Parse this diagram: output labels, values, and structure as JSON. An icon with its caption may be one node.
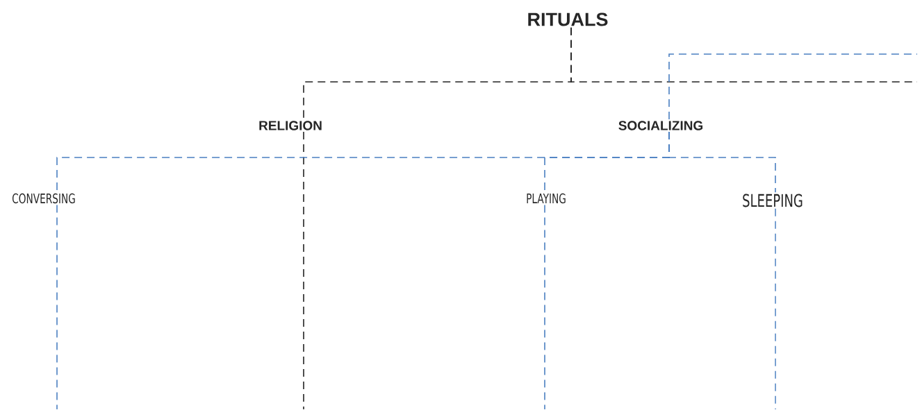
{
  "diagram": {
    "nodes": [
      {
        "text": [
          "RITUALS"
        ]
      },
      {
        "text": [
          "RELIGION"
        ]
      },
      {
        "text": [
          "SOCIALIZING"
        ]
      },
      {
        "text": [
          "CONVERSING"
        ]
      },
      {
        "text": [
          "PLAYING"
        ]
      },
      {
        "text": [
          "SLEEPING"
        ]
      }
    ],
    "edges": [
      {
        "from": 0,
        "to": 1,
        "arrow": "none",
        "style": "dashed",
        "color": "#222222"
      },
      {
        "from": 0,
        "to": null,
        "arrow": "none",
        "style": "dashed",
        "color": "#222222"
      },
      {
        "from": 1,
        "to": null,
        "arrow": "none",
        "style": "dashed",
        "color": "#222222"
      },
      {
        "from": 2,
        "to": null,
        "arrow": "none",
        "style": "dashed"
      },
      {
        "from": 2,
        "to": 3,
        "arrow": "none",
        "style": "dashed"
      },
      {
        "from": 2,
        "to": 4,
        "arrow": "none",
        "style": "dashed"
      },
      {
        "from": 2,
        "to": 5,
        "arrow": "none",
        "style": "dashed"
      },
      {
        "from": 3,
        "to": null,
        "arrow": "none",
        "style": "dashed"
      },
      {
        "from": 4,
        "to": null,
        "arrow": "none",
        "style": "dashed"
      },
      {
        "from": 5,
        "to": null,
        "arrow": "none",
        "style": "dashed"
      }
    ]
  }
}
